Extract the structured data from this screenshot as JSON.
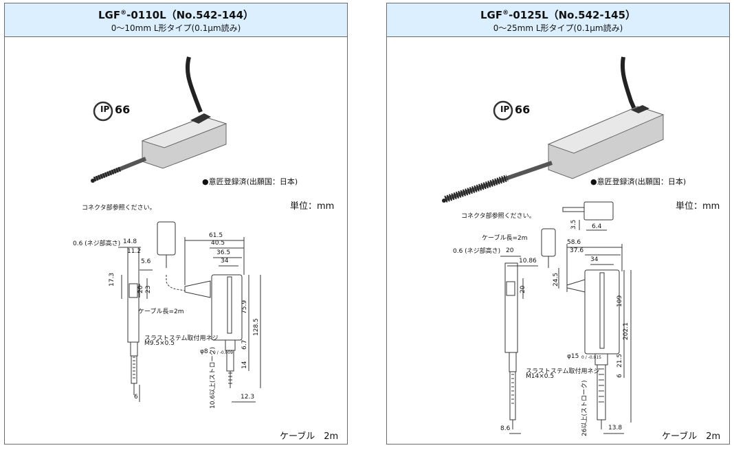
{
  "panels": [
    {
      "title_main": "LGF",
      "title_reg": "®",
      "title_rest": "-0110L（No.542-144）",
      "subtitle": "0〜10mm L形タイプ(0.1μm読み)",
      "ip_letters": "IP",
      "ip_number": "66",
      "design_note": "●意匠登録済(出願国：日本)",
      "unit_label": "単位：mm",
      "cable_label": "ケーブル　2m",
      "callouts": {
        "connector": "コネクタ部参照ください。",
        "cable_length": "ケーブル長=2m",
        "thread_height": "0.6 (ネジ部高さ)",
        "stem_screw": "スラストステム取付用ネジ",
        "stem_screw_size": "M9.5×0.5",
        "phi": "φ8",
        "phi_tol": "0 / -0.009",
        "stroke": "10.6以上(ストローク)"
      },
      "dims": [
        "61.5",
        "40.5",
        "36.5",
        "34",
        "14.8",
        "11.2",
        "5.6",
        "17.3",
        "20",
        "23",
        "75.9",
        "128.5",
        "6.7",
        "14",
        "12.3",
        "6"
      ]
    },
    {
      "title_main": "LGF",
      "title_reg": "®",
      "title_rest": "-0125L（No.542-145）",
      "subtitle": "0〜25mm L形タイプ(0.1μm読み)",
      "ip_letters": "IP",
      "ip_number": "66",
      "design_note": "●意匠登録済(出願国：日本)",
      "unit_label": "単位：mm",
      "cable_label": "ケーブル　2m",
      "callouts": {
        "connector": "コネクタ部参照ください。",
        "cable_length": "ケーブル長=2m",
        "thread_height": "0.6 (ネジ部高さ)",
        "stem_screw": "スラストステム取付用ネジ",
        "stem_screw_size": "M14×0.5",
        "phi": "φ15",
        "phi_tol": "0 / -0.015",
        "stroke": "26以上(ストローク)"
      },
      "dims": [
        "58.6",
        "37.6",
        "34",
        "20",
        "10.86",
        "24.5",
        "20",
        "3.5",
        "6.4",
        "109",
        "202.1",
        "21.5",
        "6",
        "13.8",
        "8.6"
      ]
    }
  ],
  "colors": {
    "header_bg": "#dcefff",
    "border": "#6a6a6a",
    "drawing": "#333333"
  }
}
